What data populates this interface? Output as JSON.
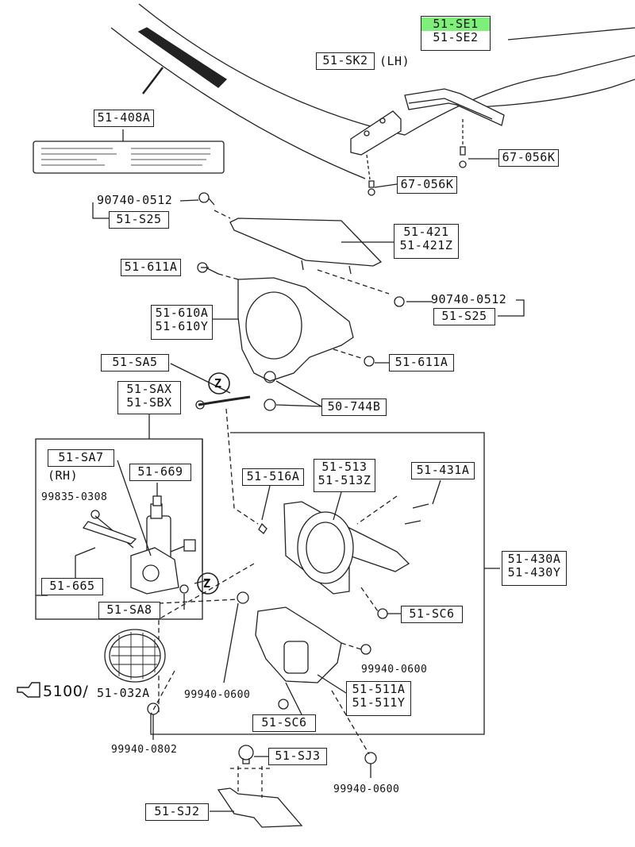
{
  "parts": {
    "se1": "51-SE1",
    "se2": "51-SE2",
    "sk2": "51-SK2",
    "lh": "(LH)",
    "p408a": "51-408A",
    "p056k_right": "67-056K",
    "p056k_left": "67-056K",
    "bolt0512_top": "90740-0512",
    "s25_top": "51-S25",
    "p421": "51-421",
    "p421z": "51-421Z",
    "p611a_top": "51-611A",
    "bolt0512_right": "90740-0512",
    "s25_right": "51-S25",
    "p610a": "51-610A",
    "p610y": "51-610Y",
    "sa5": "51-SA5",
    "p611a_right": "51-611A",
    "sax": "51-SAX",
    "sbx": "51-SBX",
    "p744b": "50-744B",
    "sa7": "51-SA7",
    "rh": "(RH)",
    "p669": "51-669",
    "p0308": "99835-0308",
    "p665": "51-665",
    "sa8": "51-SA8",
    "p516a": "51-516A",
    "p513": "51-513",
    "p513z": "51-513Z",
    "p431a": "51-431A",
    "p430a": "51-430A",
    "p430y": "51-430Y",
    "sc6_right": "51-SC6",
    "nut0600_a": "99940-0600",
    "nut0600_b": "99940-0600",
    "p511a": "51-511A",
    "p511y": "51-511Y",
    "sc6_bottom": "51-SC6",
    "ref5100": "5100/",
    "p032a": "51-032A",
    "nut0802": "99940-0802",
    "sj3": "51-SJ3",
    "nut0600_c": "99940-0600",
    "sj2": "51-SJ2",
    "z_top": "Z",
    "z_mid": "Z"
  },
  "highlight_color": "#7ef07a"
}
